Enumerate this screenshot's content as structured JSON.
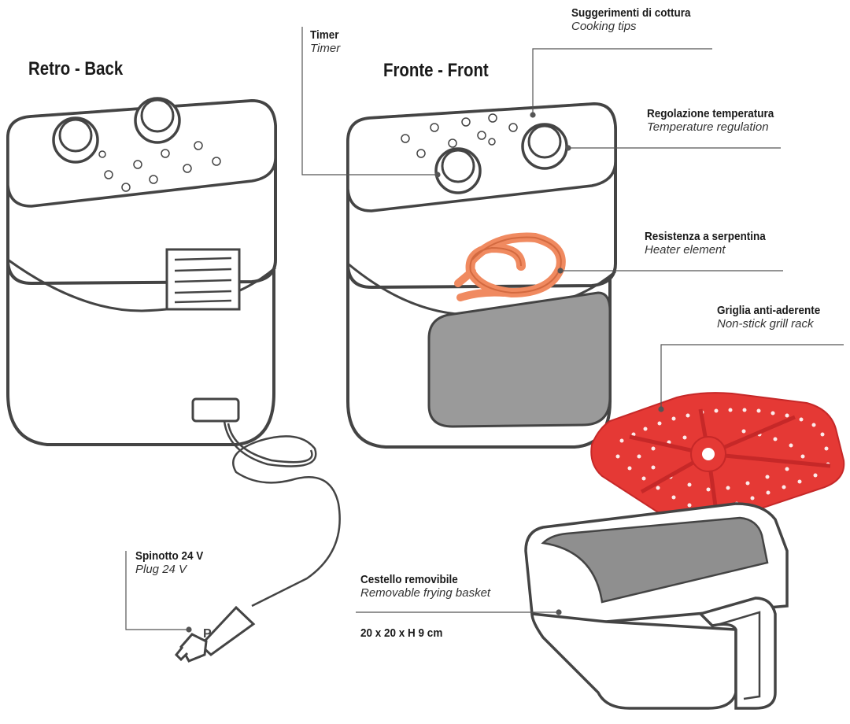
{
  "views": {
    "back": "Retro - Back",
    "front": "Fronte - Front"
  },
  "labels": {
    "timer": {
      "it": "Timer",
      "en": "Timer"
    },
    "cooking_tips": {
      "it": "Suggerimenti di cottura",
      "en": "Cooking tips"
    },
    "temperature": {
      "it": "Regolazione temperatura",
      "en": "Temperature regulation"
    },
    "heater": {
      "it": "Resistenza a serpentina",
      "en": "Heater element"
    },
    "grill": {
      "it": "Griglia anti-aderente",
      "en": "Non-stick grill rack"
    },
    "basket": {
      "it": "Cestello removibile",
      "en": "Removable frying basket",
      "dims": "20 x 20 x H 9 cm"
    },
    "plug": {
      "it": "Spinotto 24 V",
      "en": "Plug 24 V"
    }
  },
  "colors": {
    "outline": "#444444",
    "body_fill": "#ffffff",
    "window_fill": "#9a9a9a",
    "coil": "#f08a60",
    "grill": "#e53935",
    "basket_inner": "#8f8f8f"
  }
}
